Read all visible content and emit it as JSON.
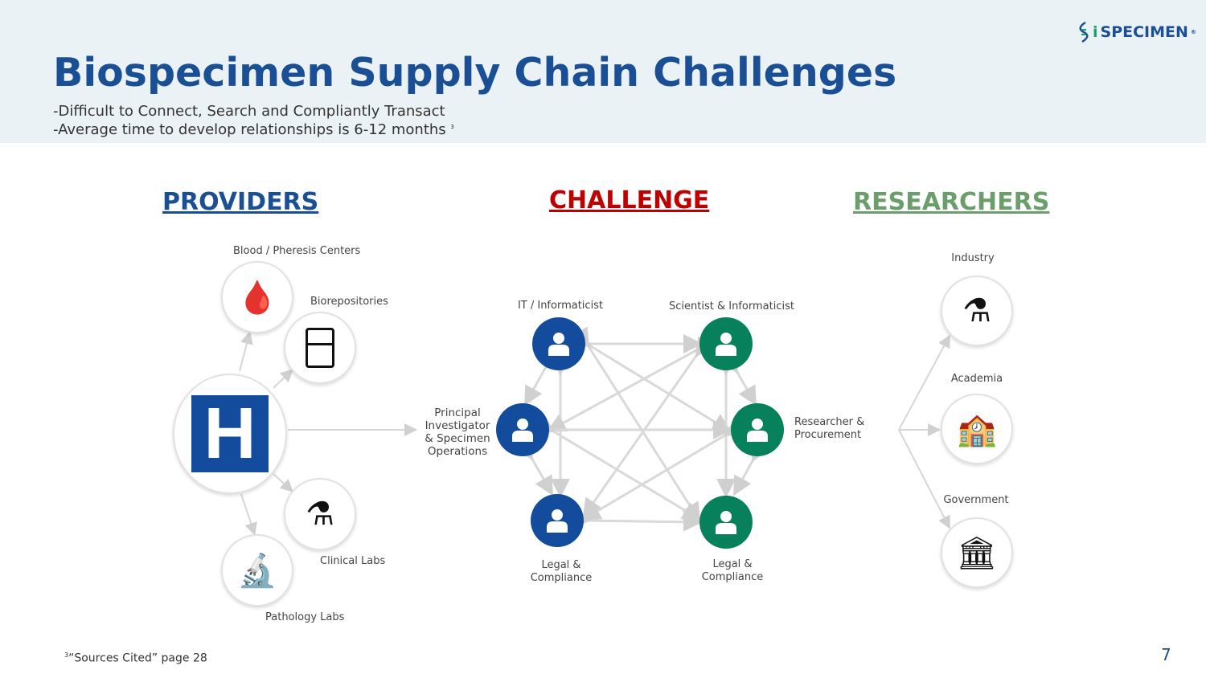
{
  "header": {
    "title": "Biospecimen Supply Chain Challenges",
    "subtitle_lines": [
      "-Difficult to Connect, Search and Compliantly Transact",
      "-Average time to develop relationships is 6-12 months"
    ],
    "subtitle_footnote": "3"
  },
  "logo": {
    "text_i": "i",
    "text_rest": "SPECIMEN",
    "mark": "®"
  },
  "sections": {
    "providers": "PROVIDERS",
    "challenge": "CHALLENGE",
    "researchers": "RESEARCHERS"
  },
  "colors": {
    "blue": "#1a4f95",
    "red": "#c00000",
    "green": "#6a9e6a",
    "node_blue": "#134c9c",
    "node_green": "#07805c"
  },
  "providers": {
    "hospital_icon": "hospital-icon",
    "items": [
      {
        "label": "Blood / Pheresis Centers",
        "icon": "blood-bag-icon"
      },
      {
        "label": "Biorepositories",
        "icon": "freezer-icon"
      },
      {
        "label": "Clinical Labs",
        "icon": "flask-icon"
      },
      {
        "label": "Pathology Labs",
        "icon": "microscope-icon"
      }
    ]
  },
  "challenge": {
    "nodes": [
      {
        "label": "IT / Informaticist"
      },
      {
        "label": "Scientist & Informaticist"
      },
      {
        "label": "Principal Investigator & Specimen Operations"
      },
      {
        "label": "Researcher & Procurement"
      },
      {
        "label": "Legal & Compliance"
      },
      {
        "label": "Legal & Compliance"
      }
    ]
  },
  "researchers": {
    "items": [
      {
        "label": "Industry",
        "icon": "lab-icon"
      },
      {
        "label": "Academia",
        "icon": "school-icon"
      },
      {
        "label": "Government",
        "icon": "government-building-icon"
      }
    ]
  },
  "footer": {
    "footnote_num": "3",
    "footnote_text": "“Sources Cited” page 28",
    "page_number": "7"
  }
}
